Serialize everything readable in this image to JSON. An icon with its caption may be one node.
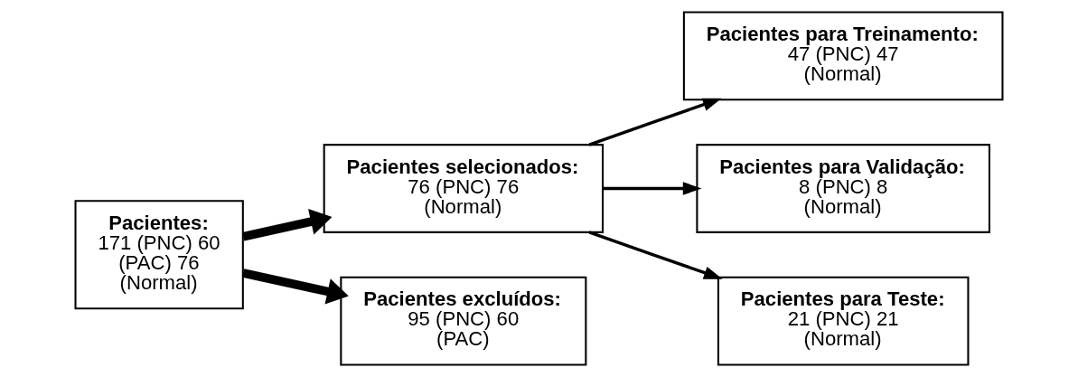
{
  "diagram": {
    "nodes": [
      {
        "text": [
          "Pacientes:",
          "171 (PNC) 60 (PAC) 76 (Normal)"
        ]
      },
      {
        "text": [
          "Pacientes selecionados:",
          "76 (PNC) 76 (Normal)"
        ]
      },
      {
        "text": [
          "Pacientes excluídos:",
          "95 (PNC) 60 (PAC)"
        ]
      },
      {
        "text": [
          "Pacientes para Treinamento:",
          "47 (PNC) 47 (Normal)"
        ]
      },
      {
        "text": [
          "Pacientes para Validação:",
          "8 (PNC) 8 (Normal)"
        ]
      },
      {
        "text": [
          "Pacientes para Teste:",
          "21 (PNC) 21 (Normal)"
        ]
      }
    ],
    "edges": [
      {
        "from": 0,
        "to": 1,
        "arrow": "to",
        "style": "thick"
      },
      {
        "from": 0,
        "to": 2,
        "arrow": "to",
        "style": "thick"
      },
      {
        "from": 1,
        "to": 3,
        "arrow": "to"
      },
      {
        "from": 1,
        "to": 4,
        "arrow": "to"
      },
      {
        "from": 1,
        "to": 5,
        "arrow": "to"
      }
    ]
  }
}
